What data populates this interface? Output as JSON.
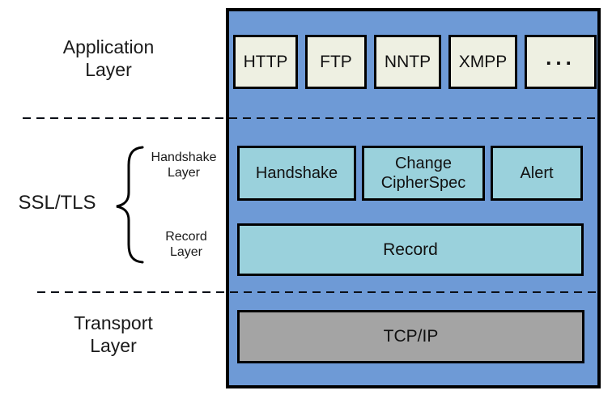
{
  "labels": {
    "application_layer": "Application\nLayer",
    "ssl_tls": "SSL/TLS",
    "handshake_sublayer": "Handshake\nLayer",
    "record_sublayer": "Record\nLayer",
    "transport_layer": "Transport\nLayer"
  },
  "stack": {
    "application_protocols": [
      "HTTP",
      "FTP",
      "NNTP",
      "XMPP",
      "..."
    ],
    "ssl_protocols": [
      "Handshake",
      "Change\nCipherSpec",
      "Alert"
    ],
    "record_protocol": "Record",
    "transport_protocol": "TCP/IP"
  },
  "colors": {
    "container_blue": "#6e9ad6",
    "application_box": "#eef0e2",
    "ssl_box": "#9ad1dc",
    "transport_box": "#a4a4a4",
    "border": "#000000",
    "background": "#ffffff"
  }
}
